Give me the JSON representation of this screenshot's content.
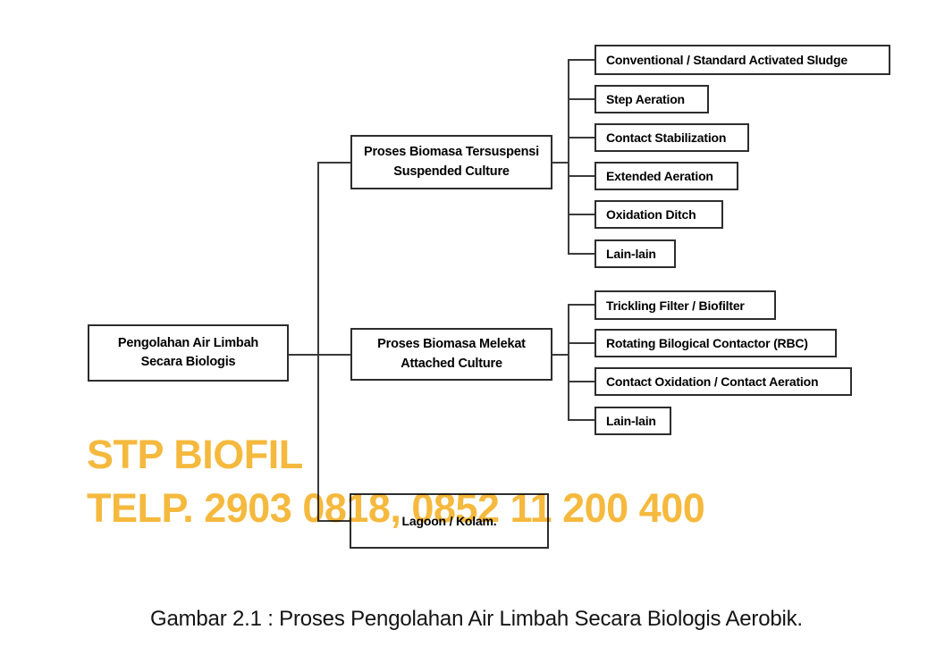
{
  "tree": {
    "root": {
      "line1": "Pengolahan Air Limbah",
      "line2": "Secara Biologis"
    },
    "branch1": {
      "line1": "Proses Biomasa Tersuspensi",
      "line2": "Suspended Culture",
      "children": [
        "Conventional / Standard Activated Sludge",
        "Step Aeration",
        "Contact Stabilization",
        "Extended Aeration",
        "Oxidation Ditch",
        "Lain-lain"
      ]
    },
    "branch2": {
      "line1": "Proses Biomasa Melekat",
      "line2": "Attached Culture",
      "children": [
        "Trickling Filter / Biofilter",
        "Rotating Bilogical Contactor (RBC)",
        "Contact Oxidation / Contact Aeration",
        "Lain-lain"
      ]
    },
    "branch3": {
      "label": "Lagoon / Kolam."
    }
  },
  "watermark": {
    "line1": "STP BIOFIL",
    "line2": "TELP. 2903 0818, 0852 11 200 400",
    "color": "#F5B93E"
  },
  "caption": "Gambar 2.1 : Proses Pengolahan Air Limbah Secara Biologis Aerobik.",
  "colors": {
    "line": "#3a3a3a",
    "box_border": "#2d2d2d",
    "background": "#ffffff",
    "text": "#000000"
  }
}
